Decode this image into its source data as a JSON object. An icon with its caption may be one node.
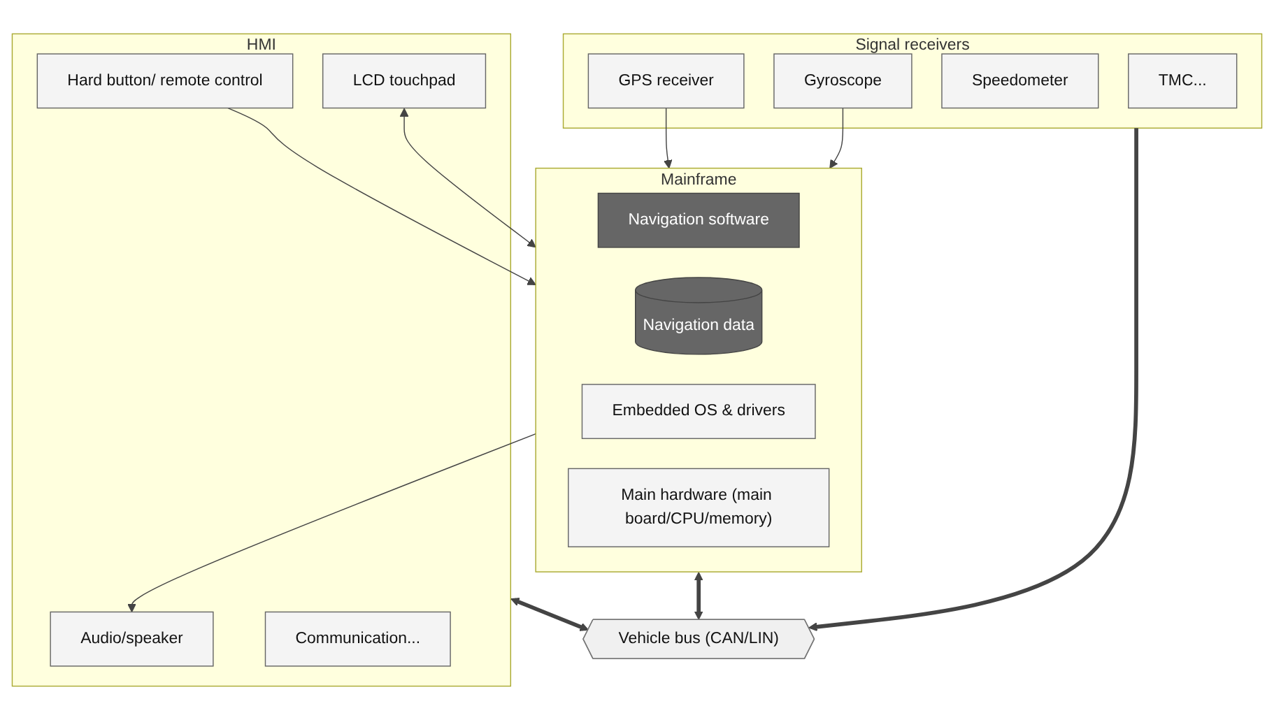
{
  "diagram": {
    "nodes": [
      {
        "text": [
          "HMI"
        ]
      },
      {
        "text": [
          "Hard button/ remote control"
        ],
        "in": 0
      },
      {
        "text": [
          "LCD touchpad"
        ],
        "in": 0
      },
      {
        "text": [
          "Audio/speaker"
        ],
        "in": 0
      },
      {
        "text": [
          "Communication..."
        ],
        "in": 0
      },
      {
        "text": [
          "Mainframe"
        ]
      },
      {
        "text": [
          "Navigation software"
        ],
        "in": 5
      },
      {
        "text": [
          "Navigation data"
        ],
        "in": 5
      },
      {
        "text": [
          "Embedded OS & drivers"
        ],
        "in": 5
      },
      {
        "text": [
          "Main hardware (main board/CPU/memory)"
        ],
        "in": 5
      },
      {
        "text": [
          "Signal receivers"
        ]
      },
      {
        "text": [
          "GPS receiver"
        ],
        "in": 10
      },
      {
        "text": [
          "Gyroscope"
        ],
        "in": 10
      },
      {
        "text": [
          "Speedometer"
        ],
        "in": 10
      },
      {
        "text": [
          "TMC..."
        ],
        "in": 10
      },
      {
        "text": [
          "Vehicle bus (CAN/LIN)"
        ]
      }
    ],
    "edges": [
      {
        "from": 1,
        "to": 5,
        "arrow": "to"
      },
      {
        "from": 2,
        "to": 5,
        "arrow": "both"
      },
      {
        "from": 5,
        "to": 3,
        "arrow": "to"
      },
      {
        "from": 11,
        "to": 5,
        "arrow": "to"
      },
      {
        "from": 12,
        "to": 5,
        "arrow": "to"
      },
      {
        "from": 0,
        "to": 15,
        "arrow": "both",
        "style": "thick"
      },
      {
        "from": 5,
        "to": 15,
        "arrow": "both",
        "style": "thick"
      },
      {
        "from": 10,
        "to": 15,
        "arrow": "to",
        "style": "thick"
      }
    ]
  }
}
